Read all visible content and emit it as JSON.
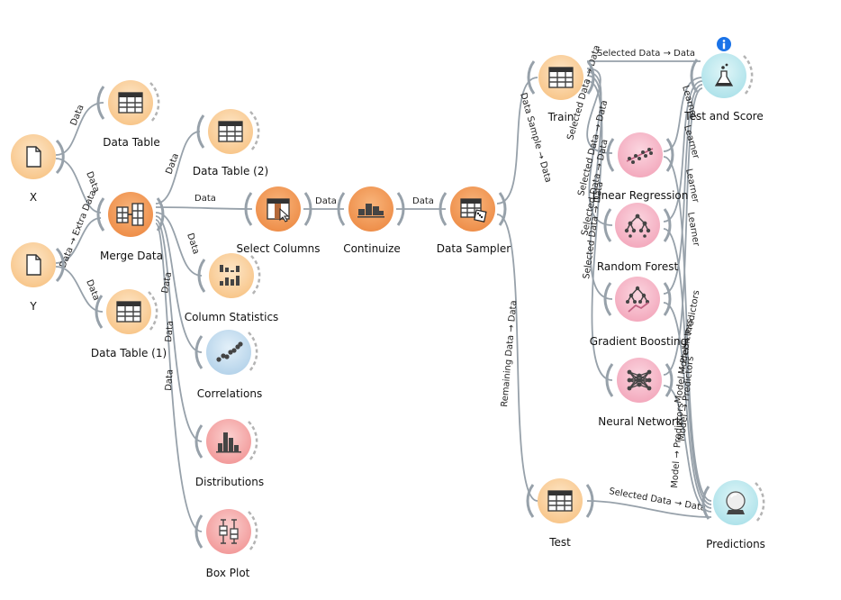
{
  "colors": {
    "orange_light": "#fcd9ac",
    "orange_dark": "#f4a462",
    "pink": "#f7b8c8",
    "blue": "#c7dff0",
    "cyan": "#bde9ef",
    "red": "#f5a6a6",
    "info": "#1a73e8"
  },
  "nodes": {
    "x": {
      "label": "X",
      "icon": "file-icon"
    },
    "y": {
      "label": "Y",
      "icon": "file-icon"
    },
    "data_table": {
      "label": "Data Table",
      "icon": "table-icon"
    },
    "data_table_1": {
      "label": "Data Table (1)",
      "icon": "table-icon"
    },
    "data_table_2": {
      "label": "Data Table (2)",
      "icon": "table-icon"
    },
    "merge_data": {
      "label": "Merge Data",
      "icon": "merge-icon"
    },
    "column_statistics": {
      "label": "Column Statistics",
      "icon": "column-stats-icon"
    },
    "correlations": {
      "label": "Correlations",
      "icon": "scatter-icon"
    },
    "distributions": {
      "label": "Distributions",
      "icon": "histogram-icon"
    },
    "box_plot": {
      "label": "Box Plot",
      "icon": "boxplot-icon"
    },
    "select_columns": {
      "label": "Select Columns",
      "icon": "select-columns-icon"
    },
    "continuize": {
      "label": "Continuize",
      "icon": "continuize-icon"
    },
    "data_sampler": {
      "label": "Data Sampler",
      "icon": "sampler-icon"
    },
    "train": {
      "label": "Train",
      "icon": "table-icon"
    },
    "test": {
      "label": "Test",
      "icon": "table-icon"
    },
    "linear_regression": {
      "label": "Linear Regression",
      "icon": "regression-icon"
    },
    "random_forest": {
      "label": "Random Forest",
      "icon": "tree-icon"
    },
    "gradient_boosting": {
      "label": "Gradient Boosting",
      "icon": "boosting-icon"
    },
    "neural_network": {
      "label": "Neural Network",
      "icon": "network-icon"
    },
    "test_and_score": {
      "label": "Test and Score",
      "icon": "flask-icon"
    },
    "predictions": {
      "label": "Predictions",
      "icon": "crystal-ball-icon"
    }
  },
  "links": {
    "data": "Data",
    "data_extra": "Data → Extra Data",
    "selected_data": "Selected Data → Data",
    "data_sample": "Data Sample → Data",
    "remaining_data": "Remaining Data → Data",
    "learner": "Learner",
    "model_predictors": "Model → Predictors"
  }
}
